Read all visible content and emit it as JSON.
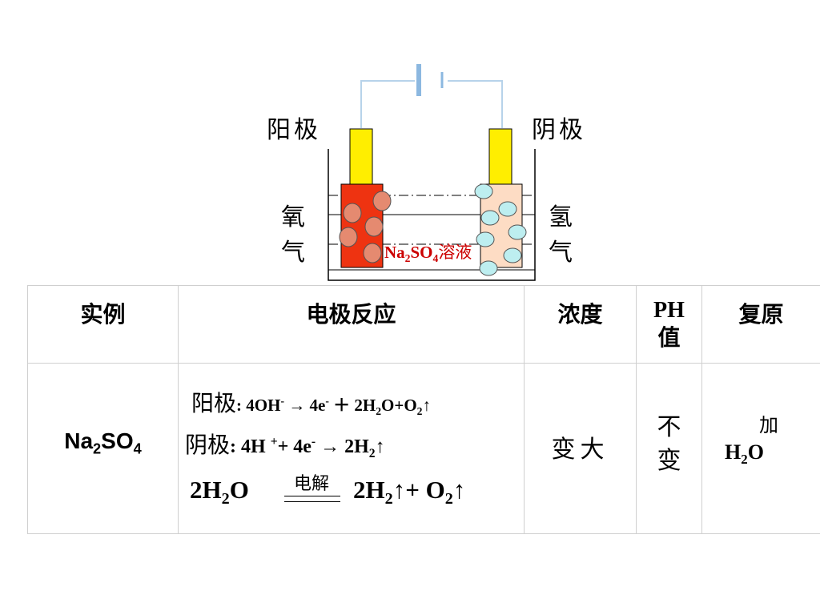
{
  "diagram": {
    "anode_label": "阳极",
    "cathode_label": "阴极",
    "anode_gas": [
      "氧",
      "气"
    ],
    "cathode_gas": [
      "氢",
      "气"
    ],
    "solution": {
      "p1": "Na",
      "s1": "2",
      "p2": "SO",
      "s2": "4",
      "p3": "溶液"
    },
    "colors": {
      "anode": "#ee3311",
      "cathode": "#fddcc4",
      "terminal": "#ffee00",
      "wire": "#b7d3ea",
      "battery": "#8cb8e0",
      "o2_bubble": "#e58a70",
      "h2_bubble": "#bdeef0"
    }
  },
  "table": {
    "headers": {
      "example": "实例",
      "reaction": "电极反应",
      "concentration": "浓度",
      "ph_line1": "PH",
      "ph_line2": "值",
      "restore": "复原"
    },
    "row": {
      "example": {
        "main": "Na",
        "sub1": "2",
        "main2": "SO",
        "sub2": "4"
      },
      "anode": {
        "label": "阳极",
        "colon": ":",
        "t1": " 4OH",
        "sup1": "-",
        "t2": " → 4e",
        "sup2": "-",
        "t3": " ＋  2H",
        "sub1": "2",
        "t4": "O+O",
        "sub2": "2",
        "t5": "↑"
      },
      "cathode": {
        "label": "阴极",
        "colon": ":",
        "t1": " 4H ",
        "sup1": "+",
        "t2": "+ 4e",
        "sup2": "-",
        "t3": " → 2H",
        "sub1": "2",
        "t4": "↑"
      },
      "overall": {
        "t1": "2H",
        "sub1": "2",
        "t2": "O",
        "condition": "电解",
        "t3": "2H",
        "sub2": "2",
        "t4": "↑+ O",
        "sub3": "2",
        "t5": "↑"
      },
      "concentration": "变大",
      "ph": [
        "不",
        "变"
      ],
      "restore": {
        "line1": "加",
        "h": "H",
        "sub": "2",
        "o": "O"
      }
    }
  }
}
